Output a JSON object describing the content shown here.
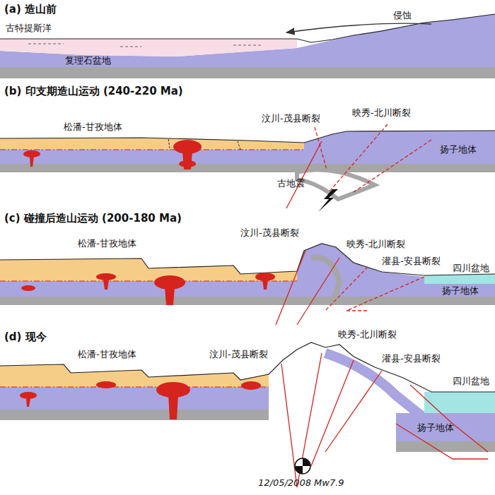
{
  "diagram": {
    "labels": [
      "(a) 造山前",
      "古特提斯洋",
      "侵蚀",
      "复理石盆地",
      "(b) 印支期造山运动 (240-220 Ma)",
      "松潘-甘孜地体",
      "汶川-茂县断裂",
      "映秀-北川断裂",
      "扬子地体",
      "古地震",
      "(c) 碰撞后造山运动 (200-180 Ma)",
      "松潘-甘孜地体",
      "汶川-茂县断裂",
      "映秀-北川断裂",
      "灌县-安县断裂",
      "四川盆地",
      "扬子地体",
      "(d) 现今",
      "松潘-甘孜地体",
      "汶川-茂县断裂",
      "映秀-北川断裂",
      "灌县-安县断裂",
      "四川盆地",
      "扬子地体",
      "12/05/2008 Mw7.9"
    ]
  }
}
